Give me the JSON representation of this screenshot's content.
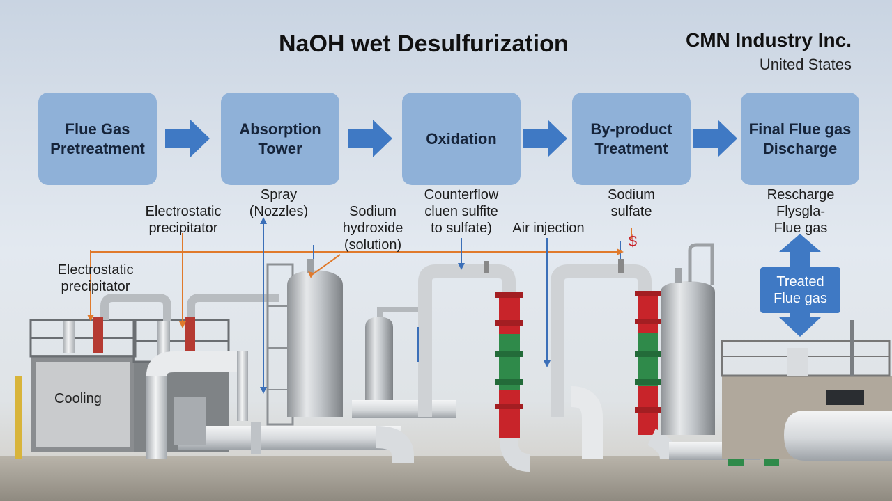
{
  "header": {
    "title": "NaOH wet Desulfurization",
    "company": "CMN Industry Inc.",
    "country": "United States"
  },
  "steps": [
    "Flue Gas\nPretreatment",
    "Absorption\nTower",
    "Oxidation",
    "By-product\nTreatment",
    "Final Flue gas\nDischarge"
  ],
  "labels": {
    "spray": "Spray\n(Nozzles)",
    "counterflow": "Counterflow\ncluen sulfite\nto sulfate)",
    "sodium_sulfate": "Sodium\nsulfate",
    "rescharge": "Rescharge\nFlysgla-\nFlue gas",
    "electrostatic_upper": "Electrostatic\nprecipitator",
    "sodium_hydroxide": "Sodium\nhydroxide\n(solution)",
    "air_injection": "Air injection",
    "electrostatic_lower": "Electrostatic\nprecipitator",
    "dollar_mark": "$",
    "cooling": "Cooling"
  },
  "treated_box": "Treated\nFlue gas",
  "colors": {
    "step_box": "#8fb1d8",
    "flow_arrow": "#3f79c4",
    "leader_orange": "#e07a2c",
    "leader_blue": "#3b6fb8",
    "valve_red": "#c8242a",
    "valve_green": "#2f8a4a"
  }
}
